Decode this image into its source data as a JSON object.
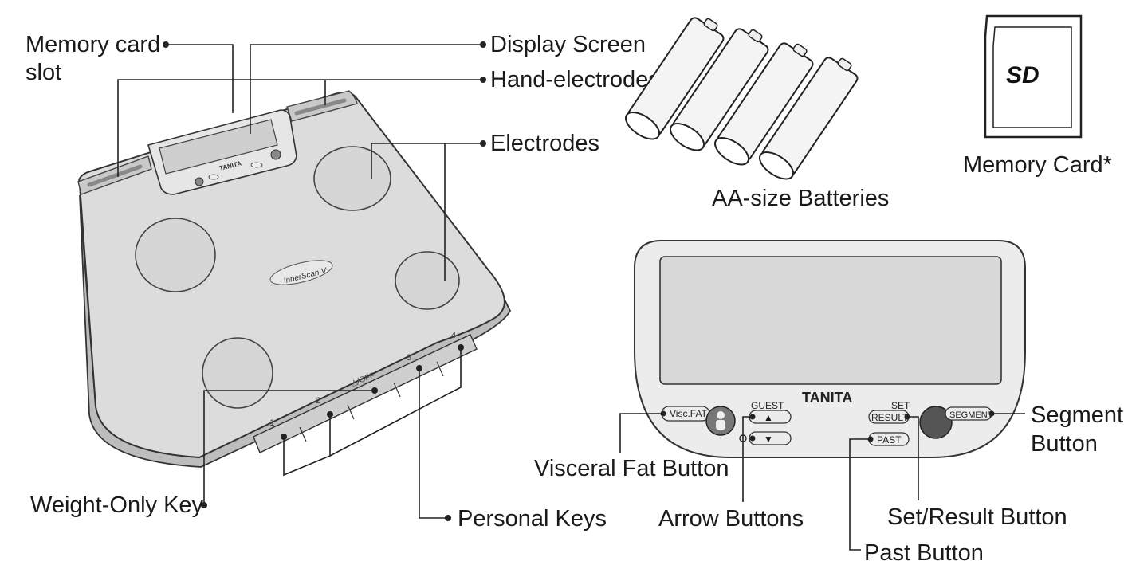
{
  "labels": {
    "memory_card_slot_line1": "Memory card",
    "memory_card_slot_line2": "slot",
    "display_screen": "Display Screen",
    "hand_electrodes": "Hand-electrodes",
    "electrodes": "Electrodes",
    "weight_only_key": "Weight-Only Key",
    "personal_keys": "Personal Keys",
    "aa_batteries": "AA-size Batteries",
    "memory_card": "Memory Card*",
    "visceral_fat_button": "Visceral Fat Button",
    "arrow_buttons": "Arrow Buttons",
    "set_result_button": "Set/Result Button",
    "past_button": "Past Button",
    "segment_button_line1": "Segment",
    "segment_button_line2": "Button"
  },
  "scale_markings": {
    "brand": "TANITA",
    "model": "InnerScan V",
    "power_key": "△/OFF",
    "key_numbers": [
      "1",
      "2",
      "3",
      "4"
    ]
  },
  "panel_markings": {
    "brand": "TANITA",
    "visc_fat": "Visc.FAT",
    "guest": "GUEST",
    "up_arrow": "▲",
    "down_arrow": "▼",
    "set": "SET",
    "result": "RESULT",
    "past": "PAST",
    "segment": "SEGMENT"
  },
  "card_markings": {
    "logo": "SD"
  },
  "icons": {
    "scale": "body-composition-scale",
    "batteries": "aa-battery-icon",
    "card": "sd-card-icon",
    "person": "person-icon"
  }
}
